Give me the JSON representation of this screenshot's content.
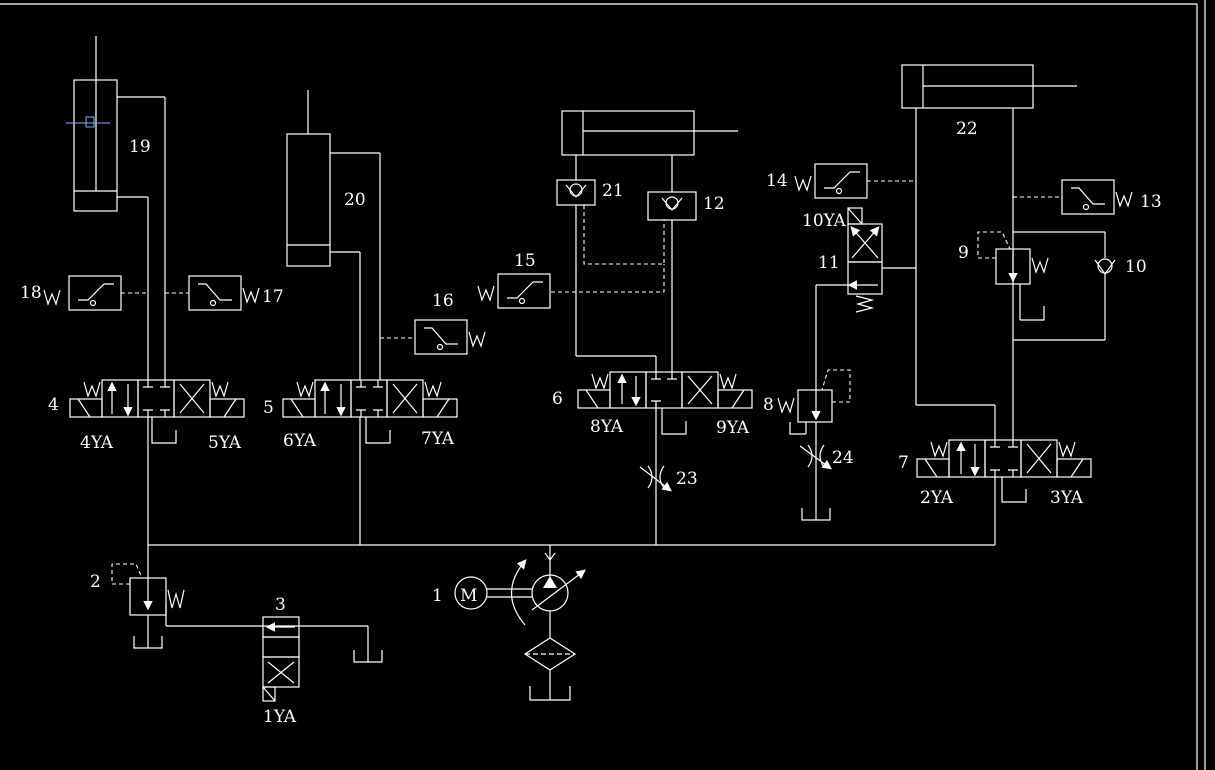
{
  "diagram": {
    "background": "#000000",
    "stroke_color": "#ffffff",
    "labels": {
      "c1": "1",
      "c2": "2",
      "c3": "3",
      "c4": "4",
      "c5": "5",
      "c6": "6",
      "c7": "7",
      "c8": "8",
      "c9": "9",
      "c10": "10",
      "c11": "11",
      "c12": "12",
      "c13": "13",
      "c14": "14",
      "c15": "15",
      "c16": "16",
      "c17": "17",
      "c18": "18",
      "c19": "19",
      "c20": "20",
      "c21": "21",
      "c22": "22",
      "c23": "23",
      "c24": "24",
      "ya1": "1YA",
      "ya2": "2YA",
      "ya3": "3YA",
      "ya4": "4YA",
      "ya5": "5YA",
      "ya6": "6YA",
      "ya7": "7YA",
      "ya8": "8YA",
      "ya9": "9YA",
      "ya10": "10YA",
      "motor": "M",
      "spring": "W"
    }
  }
}
